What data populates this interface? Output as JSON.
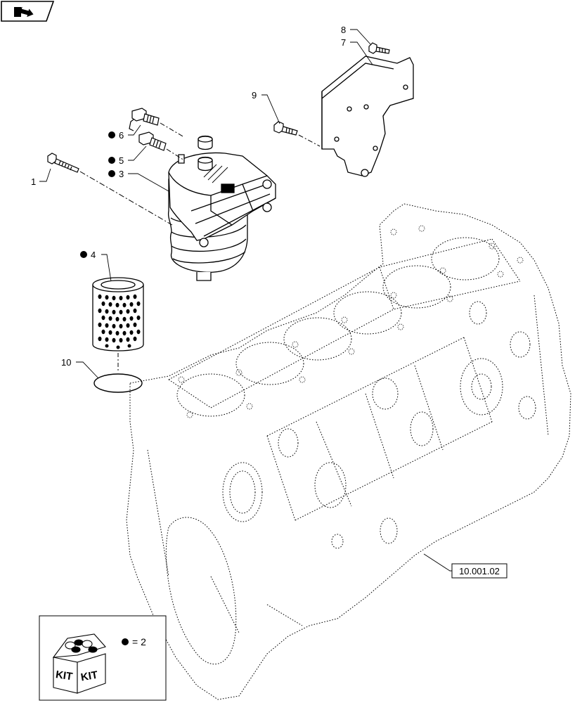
{
  "callouts": {
    "c1": "1",
    "c3": "3",
    "c4": "4",
    "c5": "5",
    "c6": "6",
    "c7": "7",
    "c8": "8",
    "c9": "9",
    "c10": "10"
  },
  "reference_box": {
    "label": "10.001.02"
  },
  "legend": {
    "kit_word_left": "KIT",
    "kit_word_right": "KIT",
    "equals": "= 2"
  },
  "icons": {
    "nav_button": "next-page-arrow-icon",
    "kit_symbol": "kit-box-icon",
    "bullet": "filled-circle-bullet"
  }
}
